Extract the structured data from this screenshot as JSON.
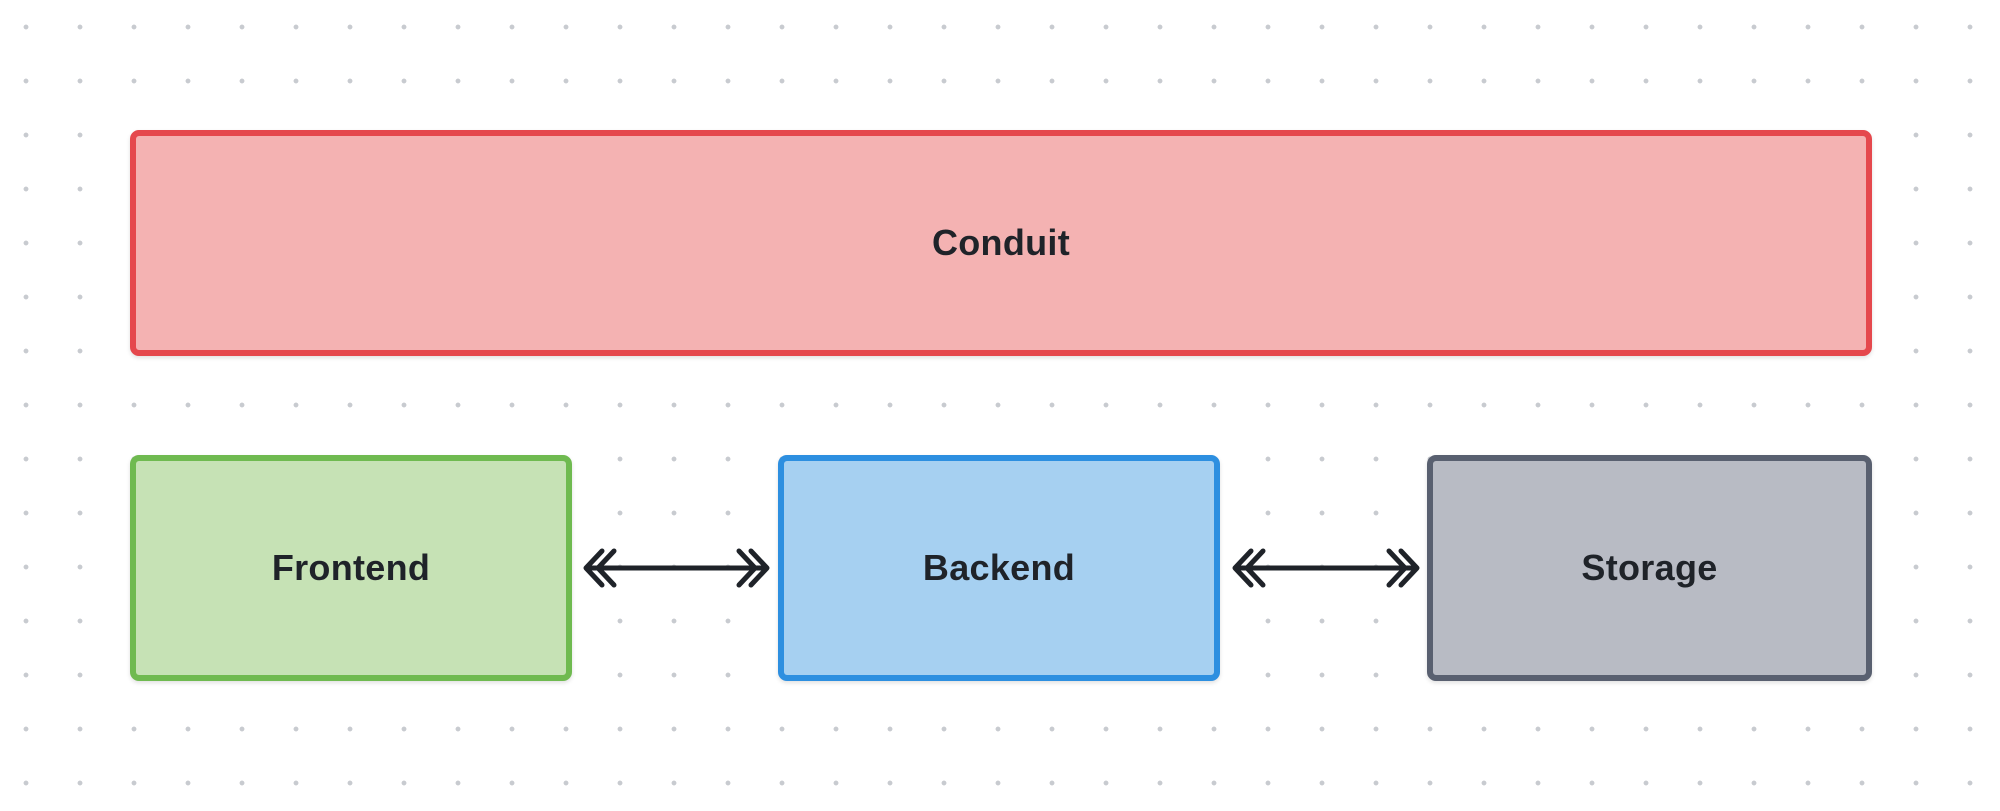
{
  "diagram": {
    "nodes": [
      {
        "id": "conduit",
        "label": "Conduit",
        "fill": "#f4b2b2",
        "stroke": "#e5484d"
      },
      {
        "id": "frontend",
        "label": "Frontend",
        "fill": "#c6e2b5",
        "stroke": "#6fba50"
      },
      {
        "id": "backend",
        "label": "Backend",
        "fill": "#a6d0f1",
        "stroke": "#2d8fe0"
      },
      {
        "id": "storage",
        "label": "Storage",
        "fill": "#b8bbc4",
        "stroke": "#596070"
      }
    ],
    "edges": [
      {
        "from": "frontend",
        "to": "backend",
        "direction": "bidirectional",
        "arrowhead": "double-chevron",
        "color": "#1f2329"
      },
      {
        "from": "backend",
        "to": "storage",
        "direction": "bidirectional",
        "arrowhead": "double-chevron",
        "color": "#1f2329"
      }
    ]
  }
}
